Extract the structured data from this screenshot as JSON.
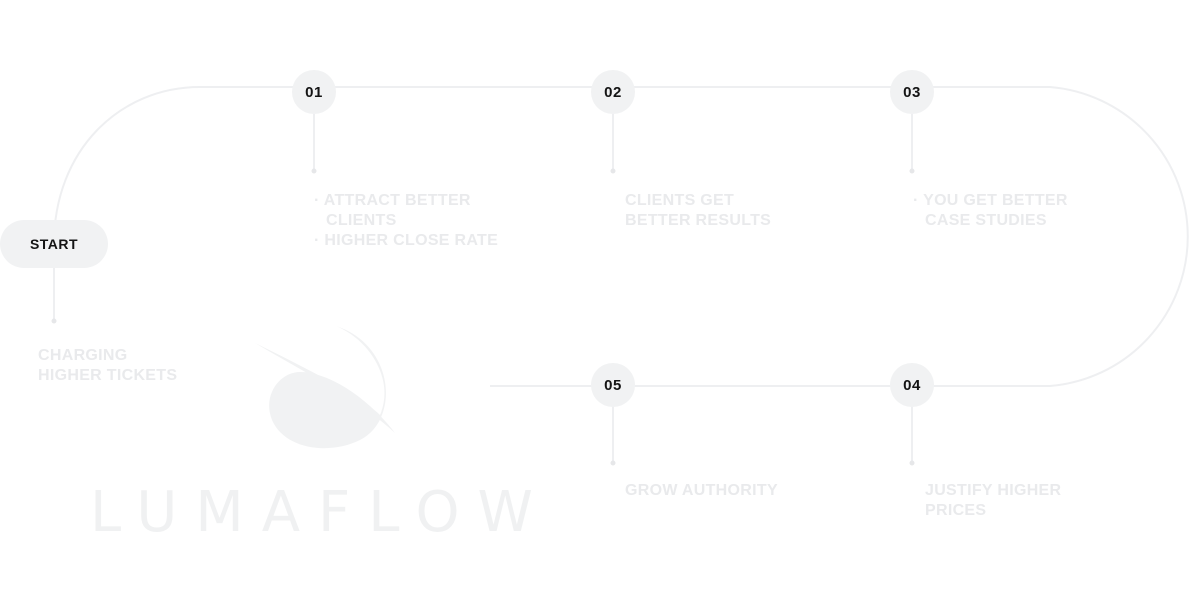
{
  "start": {
    "label": "START",
    "caption_lines": [
      "CHARGING",
      "HIGHER TICKETS"
    ]
  },
  "steps": [
    {
      "number": "01",
      "lines": [
        "ATTRACT BETTER",
        "CLIENTS",
        "HIGHER CLOSE RATE"
      ]
    },
    {
      "number": "02",
      "lines": [
        "CLIENTS GET",
        "BETTER RESULTS"
      ]
    },
    {
      "number": "03",
      "lines": [
        "YOU GET BETTER",
        "CASE STUDIES"
      ]
    },
    {
      "number": "04",
      "lines": [
        "JUSTIFY HIGHER",
        "PRICES"
      ]
    },
    {
      "number": "05",
      "lines": [
        "GROW AUTHORITY"
      ]
    }
  ],
  "watermark": {
    "brand": "LUMAFLOW",
    "logo_icon": "swoosh-logo-icon"
  },
  "colors": {
    "node_bg": "#f1f2f3",
    "node_text": "#141414",
    "faint_text": "#e9eaec",
    "path": "#eeeff1"
  }
}
